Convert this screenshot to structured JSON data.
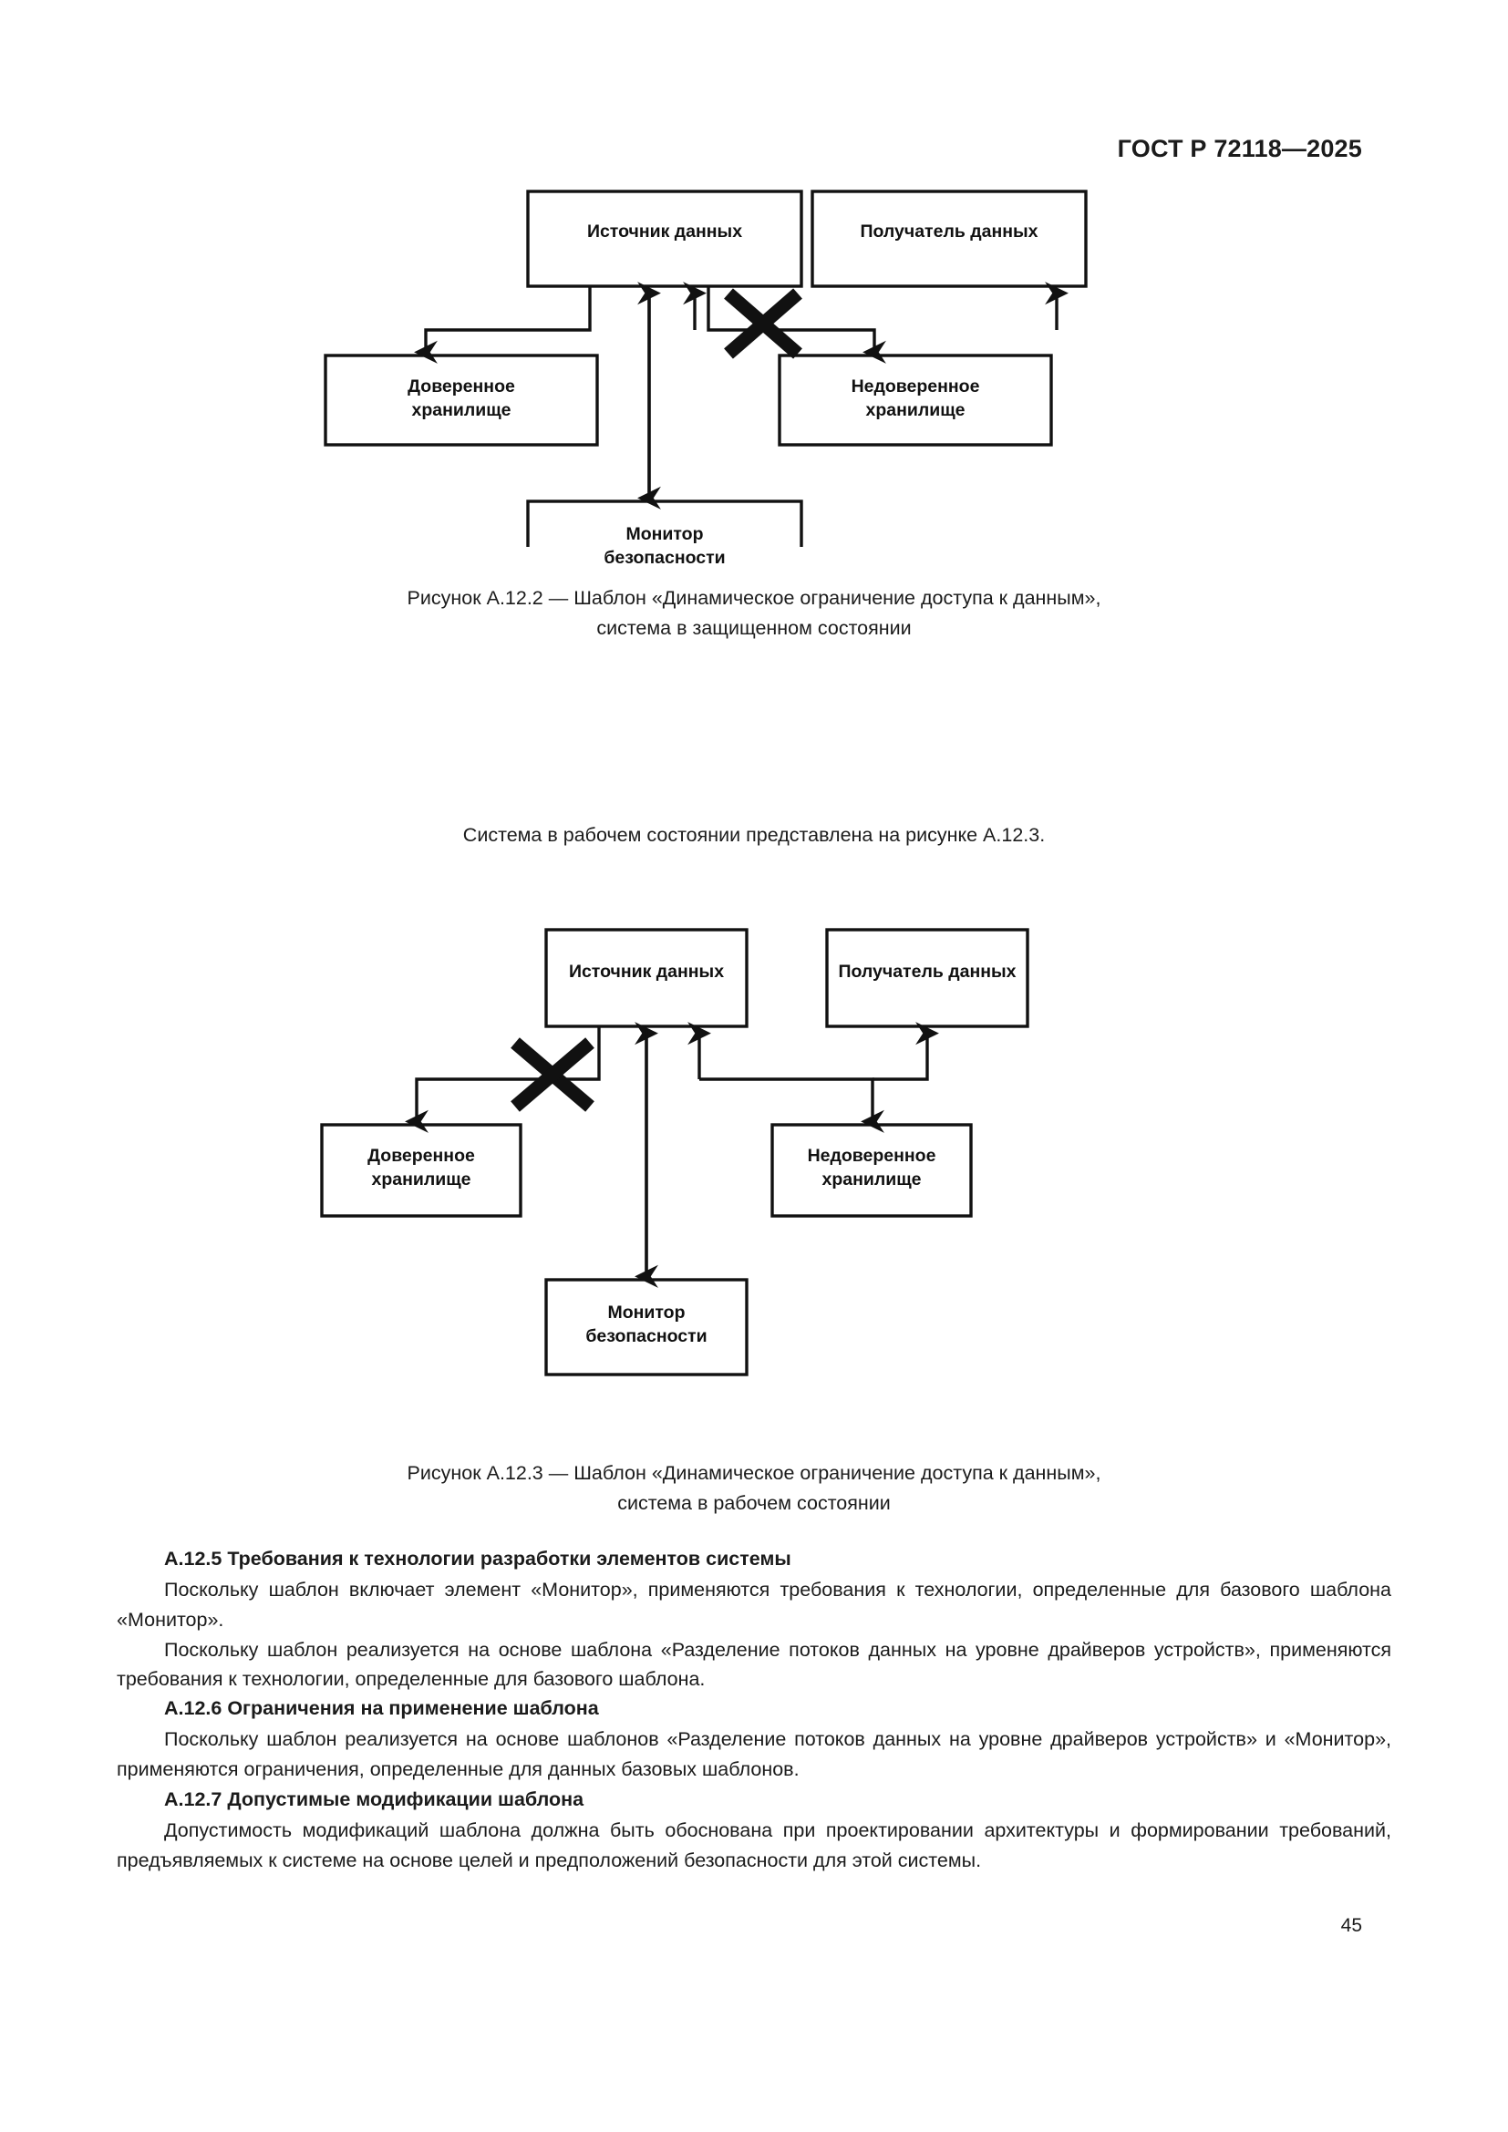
{
  "header": {
    "standard_id": "ГОСТ Р 72118—2025"
  },
  "figures": [
    {
      "id": "figure-a-12-2",
      "nodes": {
        "source": "Источник  данных",
        "receiver": "Получатель данных",
        "trusted_store": "Доверенное\nхранилище",
        "untrusted_store": "Недоверенное\nхранилище",
        "monitor": "Монитор\nбезопасности"
      },
      "blocked_link": "источник → недоверенное хранилище",
      "caption_line1": "Рисунок А.12.2 — Шаблон «Динамическое ограничение доступа к данным»,",
      "caption_line2": "система в защищенном состоянии"
    },
    {
      "id": "figure-a-12-3",
      "nodes": {
        "source": "Источник данных",
        "receiver": "Получатель данных",
        "trusted_store": "Доверенное\nхранилище",
        "untrusted_store": "Недоверенное\nхранилище",
        "monitor": "Монитор\nбезопасности"
      },
      "blocked_link": "источник → доверенное хранилище",
      "caption_line1": "Рисунок А.12.3 — Шаблон «Динамическое ограничение доступа к данным»,",
      "caption_line2": "система в рабочем состоянии"
    }
  ],
  "intertext": {
    "reference_sentence": "Система в рабочем состоянии представлена на рисунке А.12.3."
  },
  "sections": [
    {
      "number_title": "А.12.5 Требования к технологии разработки элементов системы",
      "paragraphs": [
        "Поскольку шаблон включает элемент «Монитор», применяются требования к технологии, определенные для базового шаблона «Монитор».",
        "Поскольку шаблон реализуется на основе шаблона «Разделение потоков данных на уровне драйверов устройств», применяются требования к технологии, определенные для базового шаблона."
      ]
    },
    {
      "number_title": "А.12.6 Ограничения на применение шаблона",
      "paragraphs": [
        "Поскольку шаблон реализуется на основе шаблонов «Разделение потоков данных на уровне драйверов устройств» и «Монитор», применяются ограничения, определенные для данных базовых шаблонов."
      ]
    },
    {
      "number_title": "А.12.7 Допустимые модификации шаблона",
      "paragraphs": [
        "Допустимость модификаций шаблона должна быть обоснована при проектировании архитектуры и формировании требований, предъявляемых к системе на основе целей и предположений безопасности для этой системы."
      ]
    }
  ],
  "footer": {
    "page_number": "45"
  }
}
